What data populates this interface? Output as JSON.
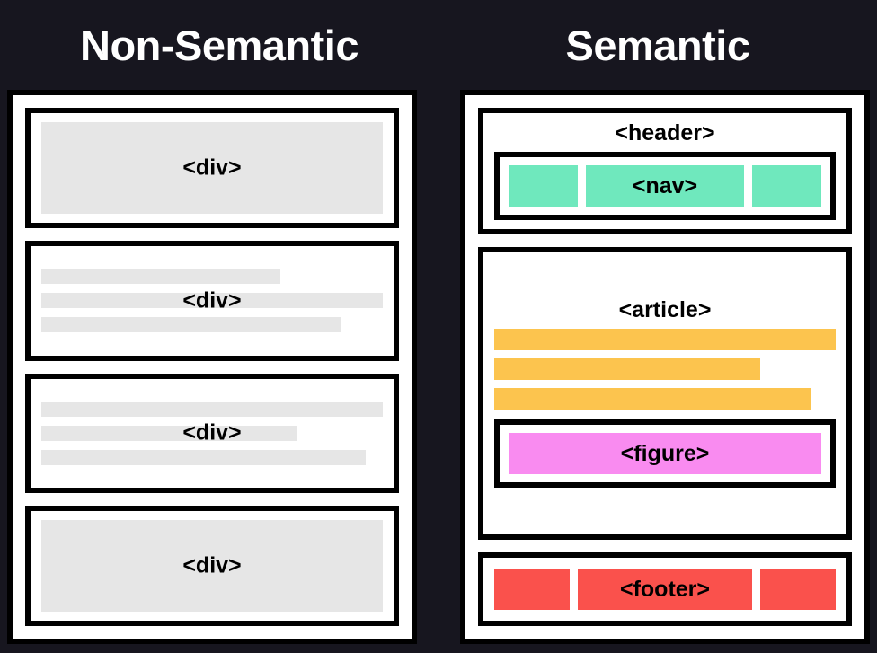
{
  "columns": [
    {
      "title": "Non-Semantic",
      "id": "non-semantic",
      "cards": [
        {
          "label": "<div>",
          "kind": "solid-block",
          "bars": []
        },
        {
          "label": "<div>",
          "kind": "lines",
          "bars": [
            70,
            100,
            88
          ]
        },
        {
          "label": "<div>",
          "kind": "lines",
          "bars": [
            100,
            75,
            95
          ]
        },
        {
          "label": "<div>",
          "kind": "solid-block",
          "bars": []
        }
      ]
    },
    {
      "title": "Semantic",
      "id": "semantic",
      "header": {
        "label": "<header>",
        "nav": {
          "label": "<nav>",
          "chips": [
            "",
            "<nav>",
            ""
          ]
        }
      },
      "article": {
        "label": "<article>",
        "bars": [
          100,
          78,
          93
        ],
        "figure": {
          "label": "<figure>"
        }
      },
      "footer": {
        "label": "<footer>",
        "chips": [
          "",
          "<footer>",
          ""
        ]
      }
    }
  ],
  "colors": {
    "background": "#17161F",
    "panel": "#FFFFFF",
    "border": "#000000",
    "placeholder_gray": "#E6E6E6",
    "nav_green": "#6FE8BD",
    "article_yellow": "#FCC44E",
    "figure_pink": "#F98BF0",
    "footer_red": "#FA514C",
    "title_text": "#FFFFFF"
  }
}
